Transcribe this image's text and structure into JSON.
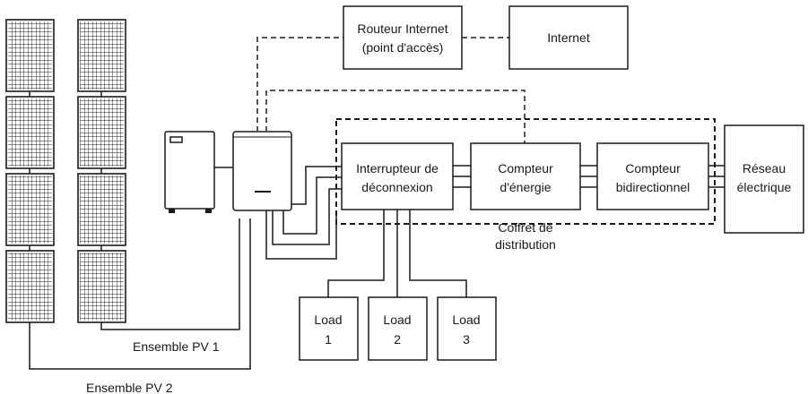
{
  "nodes": {
    "router": {
      "line1": "Routeur Internet",
      "line2": "(point d'accès)"
    },
    "internet": {
      "label": "Internet"
    },
    "disconnect": {
      "line1": "Interrupteur de",
      "line2": "déconnexion"
    },
    "energy_meter": {
      "line1": "Compteur",
      "line2": "d'énergie"
    },
    "bidir_meter": {
      "line1": "Compteur",
      "line2": "bidirectionnel"
    },
    "grid": {
      "line1": "Réseau",
      "line2": "électrique"
    },
    "distribution_box": {
      "line1": "Coffret de",
      "line2": "distribution"
    },
    "loads": [
      {
        "line1": "Load",
        "line2": "1"
      },
      {
        "line1": "Load",
        "line2": "2"
      },
      {
        "line1": "Load",
        "line2": "3"
      }
    ]
  },
  "pv_arrays": {
    "array1": "Ensemble PV 1",
    "array2": "Ensemble PV 2"
  },
  "colors": {
    "line": "#1a1a1a",
    "dashed_network": "#555555",
    "background": "#ffffff"
  }
}
